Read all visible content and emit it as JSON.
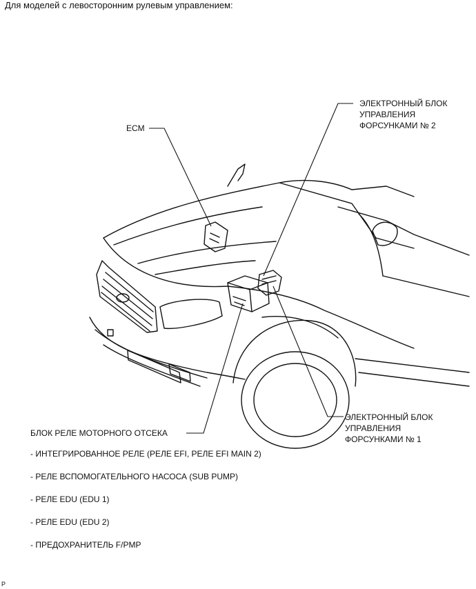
{
  "header": "Для моделей с левосторонним рулевым управлением:",
  "callouts": {
    "ecm": "ECM",
    "edu2": [
      "ЭЛЕКТРОННЫЙ БЛОК",
      "УПРАВЛЕНИЯ",
      "ФОРСУНКАМИ № 2"
    ],
    "edu1": [
      "ЭЛЕКТРОННЫЙ БЛОК",
      "УПРАВЛЕНИЯ",
      "ФОРСУНКАМИ № 1"
    ],
    "relay_block": "БЛОК РЕЛЕ МОТОРНОГО ОТСЕКА"
  },
  "relay_list": [
    "- ИНТЕГРИРОВАННОЕ РЕЛЕ (РЕЛЕ EFI, РЕЛЕ EFI MAIN 2)",
    "- РЕЛЕ ВСПОМОГАТЕЛЬНОГО НАСОСА (SUB PUMP)",
    "- РЕЛЕ EDU (EDU 1)",
    "- РЕЛЕ EDU (EDU 2)",
    "- ПРЕДОХРАНИТЕЛЬ F/PMP"
  ],
  "footer": "P"
}
